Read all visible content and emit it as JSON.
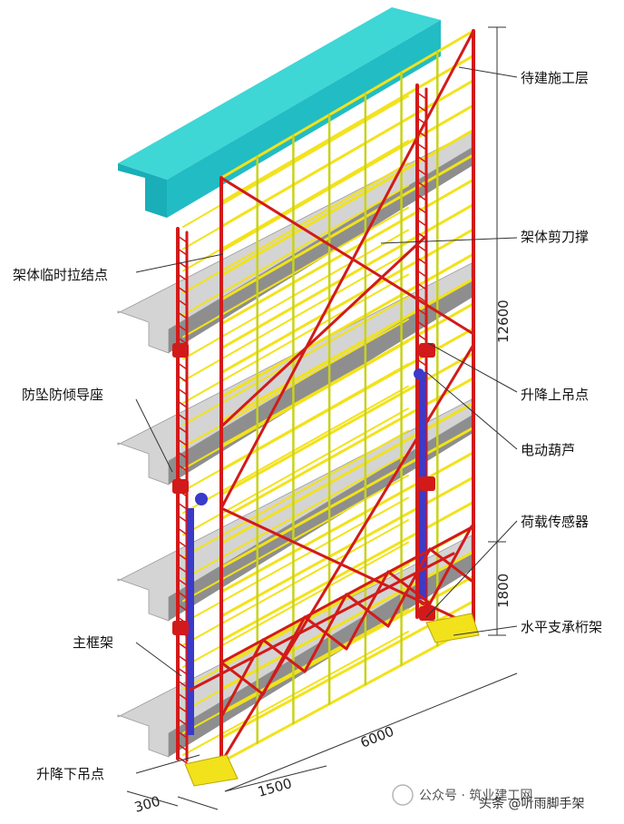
{
  "labels": {
    "floor_to_build": "待建施工层",
    "scissor_brace": "架体剪刀撑",
    "temp_tie_point": "架体临时拉结点",
    "upper_lift_point": "升降上吊点",
    "anti_fall_guide": "防坠防倾导座",
    "electric_hoist": "电动葫芦",
    "load_sensor": "荷载传感器",
    "horizontal_truss": "水平支承桁架",
    "main_frame": "主框架",
    "lower_lift_point": "升降下吊点"
  },
  "dimensions": {
    "height_total": "12600",
    "height_bottom": "1800",
    "length": "6000",
    "width": "1500",
    "offset": "300"
  },
  "watermark": {
    "line1": "公众号 · 筑业建工网",
    "line2": "头条 @听雨脚手架"
  },
  "colors": {
    "slab_top": "#3fd6d6",
    "slab_side": "#1fb8c0",
    "frame_red": "#d21a1a",
    "rail_yellow": "#f2e21c",
    "guide_blue": "#3a3acb",
    "floor_grey": "#d4d4d4"
  }
}
